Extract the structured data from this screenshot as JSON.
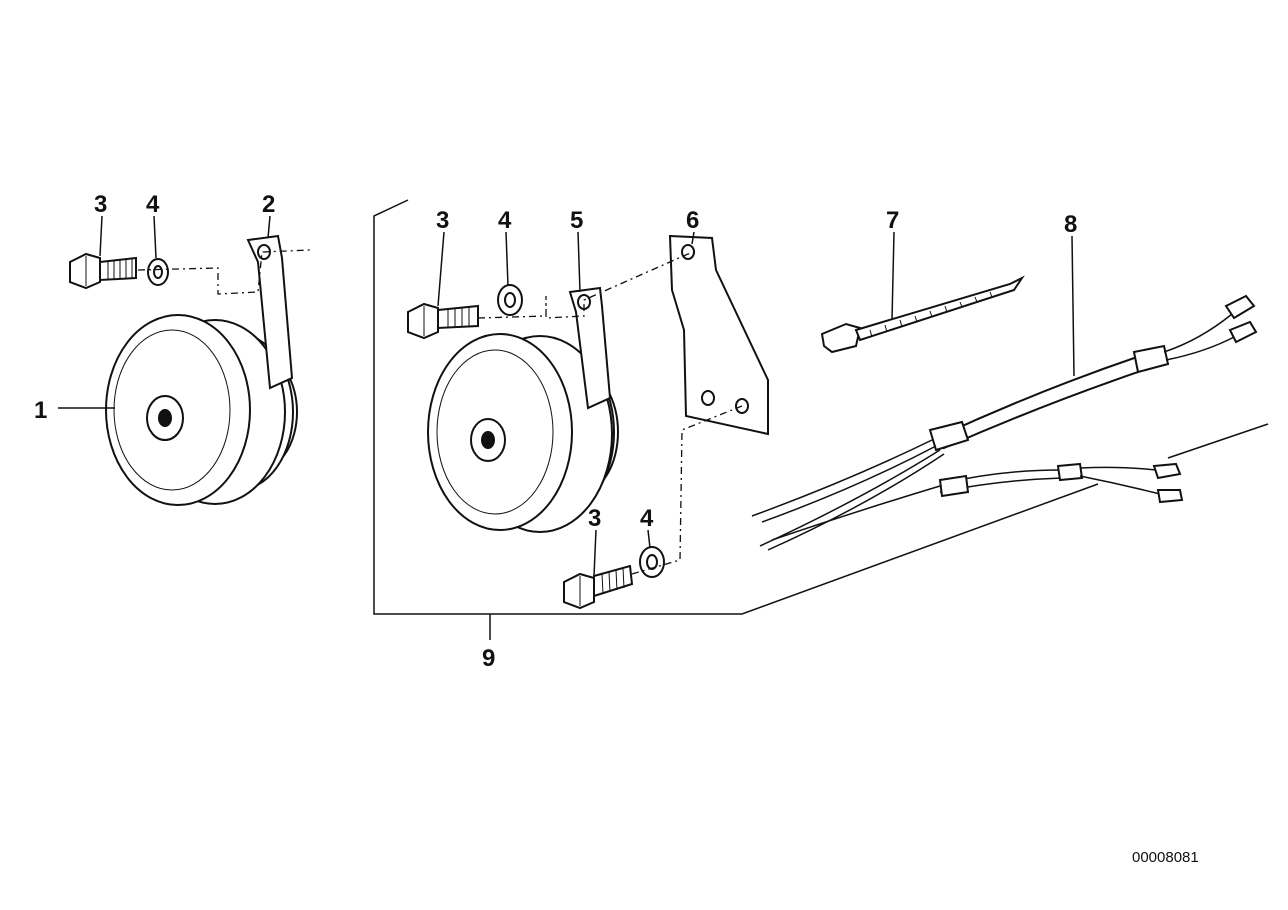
{
  "callouts": {
    "c1": "1",
    "c2": "2",
    "c3a": "3",
    "c4a": "4",
    "c3b": "3",
    "c4b": "4",
    "c5": "5",
    "c6": "6",
    "c7": "7",
    "c8": "8",
    "c3c": "3",
    "c4c": "4",
    "c9": "9"
  },
  "document_number": "00008081",
  "colors": {
    "ink": "#111111",
    "paper": "#ffffff"
  }
}
